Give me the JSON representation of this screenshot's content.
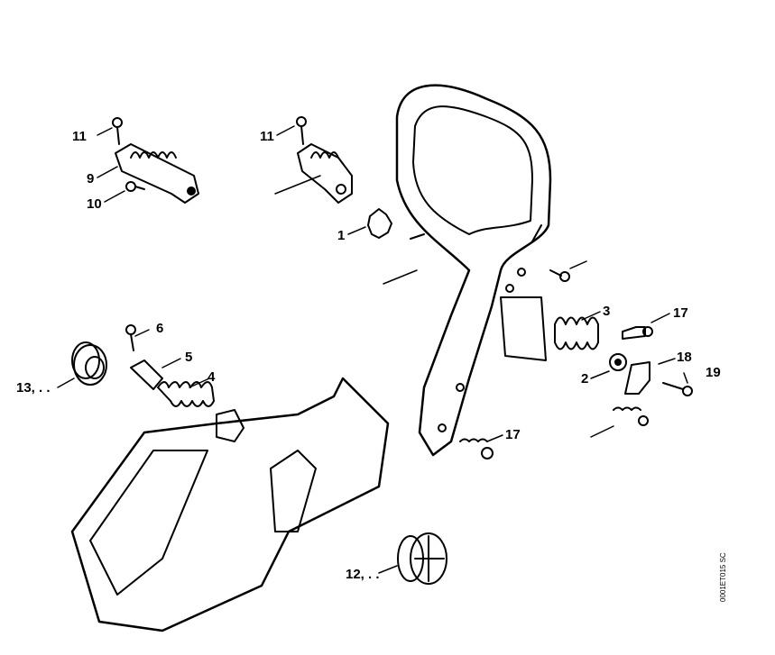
{
  "diagram": {
    "callouts": [
      {
        "id": "c11a",
        "text": "11"
      },
      {
        "id": "c9",
        "text": "9"
      },
      {
        "id": "c10",
        "text": "10"
      },
      {
        "id": "c11b",
        "text": "11"
      },
      {
        "id": "c1",
        "text": "1"
      },
      {
        "id": "c6",
        "text": "6"
      },
      {
        "id": "c5",
        "text": "5"
      },
      {
        "id": "c4",
        "text": "4"
      },
      {
        "id": "c13",
        "text": "13, . ."
      },
      {
        "id": "c3",
        "text": "3"
      },
      {
        "id": "c17a",
        "text": "17"
      },
      {
        "id": "c18",
        "text": "18"
      },
      {
        "id": "c19",
        "text": "19"
      },
      {
        "id": "c2",
        "text": "2"
      },
      {
        "id": "c17b",
        "text": "17"
      },
      {
        "id": "c12",
        "text": "12, . ."
      }
    ],
    "drawing_code": "0001ET015 SC"
  }
}
